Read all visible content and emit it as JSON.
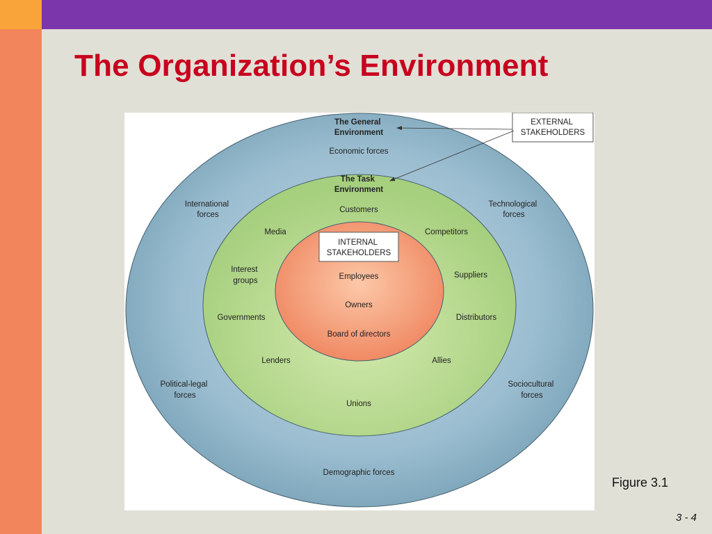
{
  "slide": {
    "title": "The Organization’s Environment",
    "figure_caption": "Figure 3.1",
    "page_number": "3 - 4"
  },
  "colors": {
    "left_bar": "#f3855c",
    "corner": "#f9a43a",
    "top_bar": "#7b36ac",
    "title": "#c8001e",
    "general_ring": "#8fb5c8",
    "task_ring": "#b5d98a",
    "internal_core": "#f59a78"
  },
  "diagram": {
    "external_box": [
      "EXTERNAL",
      "STAKEHOLDERS"
    ],
    "internal_box": [
      "INTERNAL",
      "STAKEHOLDERS"
    ],
    "general_environment": {
      "heading": [
        "The General",
        "Environment"
      ],
      "forces": {
        "economic": [
          "Economic forces"
        ],
        "international": [
          "International",
          "forces"
        ],
        "technological": [
          "Technological",
          "forces"
        ],
        "political_legal": [
          "Political-legal",
          "forces"
        ],
        "sociocultural": [
          "Sociocultural",
          "forces"
        ],
        "demographic": [
          "Demographic forces"
        ]
      }
    },
    "task_environment": {
      "heading": [
        "The Task",
        "Environment"
      ],
      "items": {
        "customers": "Customers",
        "media": "Media",
        "competitors": "Competitors",
        "interest_groups": [
          "Interest",
          "groups"
        ],
        "suppliers": "Suppliers",
        "governments": "Governments",
        "distributors": "Distributors",
        "lenders": "Lenders",
        "allies": "Allies",
        "unions": "Unions"
      }
    },
    "internal": {
      "employees": "Employees",
      "owners": "Owners",
      "board": "Board of directors"
    }
  }
}
